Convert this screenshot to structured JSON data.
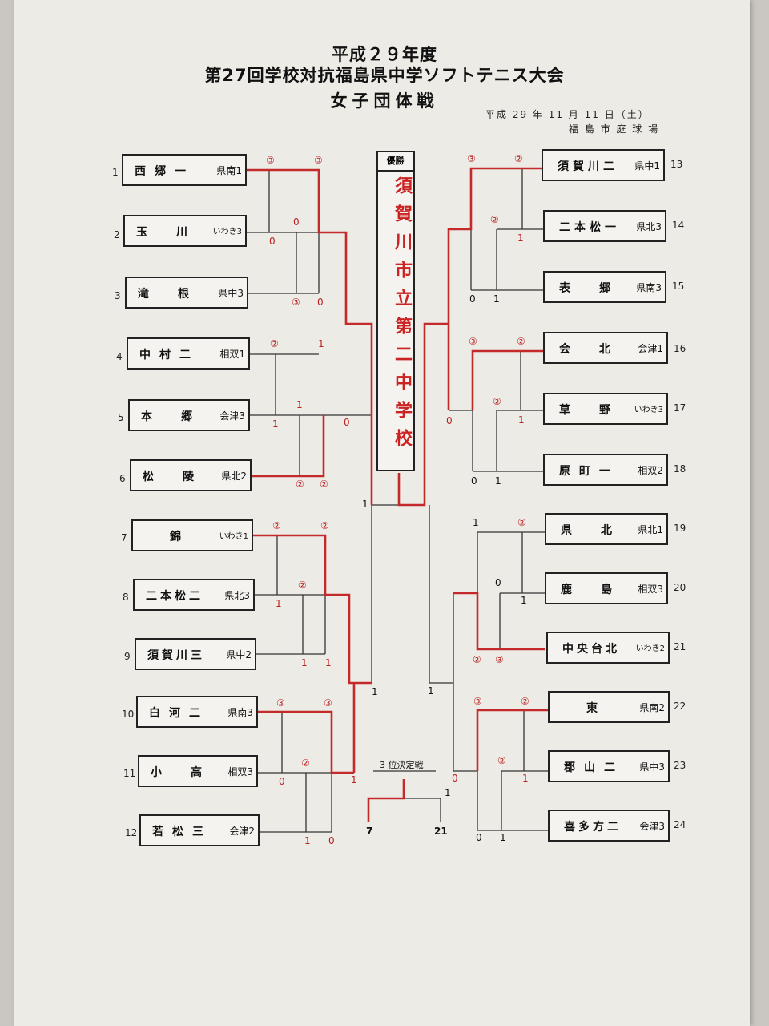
{
  "header": {
    "line1": "平成２９年度",
    "line2": "第27回学校対抗福島県中学ソフトテニス大会",
    "line3": "女子団体戦",
    "date": "平成 29 年 11 月 11 日（土）",
    "venue": "福 島 市 庭 球 場"
  },
  "champion": {
    "label": "優勝",
    "name": "須賀川市立第二中学校"
  },
  "third_place": {
    "label": "3 位決定戦",
    "left_seed": "7",
    "right_seed": "21",
    "score": "1"
  },
  "left_teams": [
    {
      "seed": "1",
      "name": "西郷一",
      "pref": "県南1"
    },
    {
      "seed": "2",
      "name": "玉川",
      "pref": "いわき3"
    },
    {
      "seed": "3",
      "name": "滝根",
      "pref": "県中3"
    },
    {
      "seed": "4",
      "name": "中村二",
      "pref": "相双1"
    },
    {
      "seed": "5",
      "name": "本郷",
      "pref": "会津3"
    },
    {
      "seed": "6",
      "name": "松陵",
      "pref": "県北2"
    },
    {
      "seed": "7",
      "name": "錦",
      "pref": "いわき1"
    },
    {
      "seed": "8",
      "name": "二本松二",
      "pref": "県北3"
    },
    {
      "seed": "9",
      "name": "須賀川三",
      "pref": "県中2"
    },
    {
      "seed": "10",
      "name": "白河二",
      "pref": "県南3"
    },
    {
      "seed": "11",
      "name": "小高",
      "pref": "相双3"
    },
    {
      "seed": "12",
      "name": "若松三",
      "pref": "会津2"
    }
  ],
  "right_teams": [
    {
      "seed": "13",
      "name": "須賀川二",
      "pref": "県中1"
    },
    {
      "seed": "14",
      "name": "二本松一",
      "pref": "県北3"
    },
    {
      "seed": "15",
      "name": "表郷",
      "pref": "県南3"
    },
    {
      "seed": "16",
      "name": "会北",
      "pref": "会津1"
    },
    {
      "seed": "17",
      "name": "草野",
      "pref": "いわき3"
    },
    {
      "seed": "18",
      "name": "原町一",
      "pref": "相双2"
    },
    {
      "seed": "19",
      "name": "県北",
      "pref": "県北1"
    },
    {
      "seed": "20",
      "name": "鹿島",
      "pref": "相双3"
    },
    {
      "seed": "21",
      "name": "中央台北",
      "pref": "いわき2"
    },
    {
      "seed": "22",
      "name": "東",
      "pref": "県南2"
    },
    {
      "seed": "23",
      "name": "郡山二",
      "pref": "県中3"
    },
    {
      "seed": "24",
      "name": "喜多方二",
      "pref": "会津3"
    }
  ],
  "scores": [
    "③",
    "③",
    "0",
    "0",
    "③",
    "0",
    "②",
    "1",
    "1",
    "0",
    "1",
    "②",
    "②",
    "②",
    "②",
    "②",
    "1",
    "1",
    "1",
    "③",
    "③",
    "②",
    "0",
    "1",
    "0",
    "1",
    "1",
    "1",
    "③",
    "②",
    "②",
    "1",
    "0",
    "1",
    "③",
    "②",
    "②",
    "0",
    "1",
    "0",
    "1",
    "1",
    "②",
    "0",
    "1",
    "②",
    "③",
    "③",
    "②",
    "②",
    "0",
    "1",
    "0",
    "1",
    "1"
  ]
}
